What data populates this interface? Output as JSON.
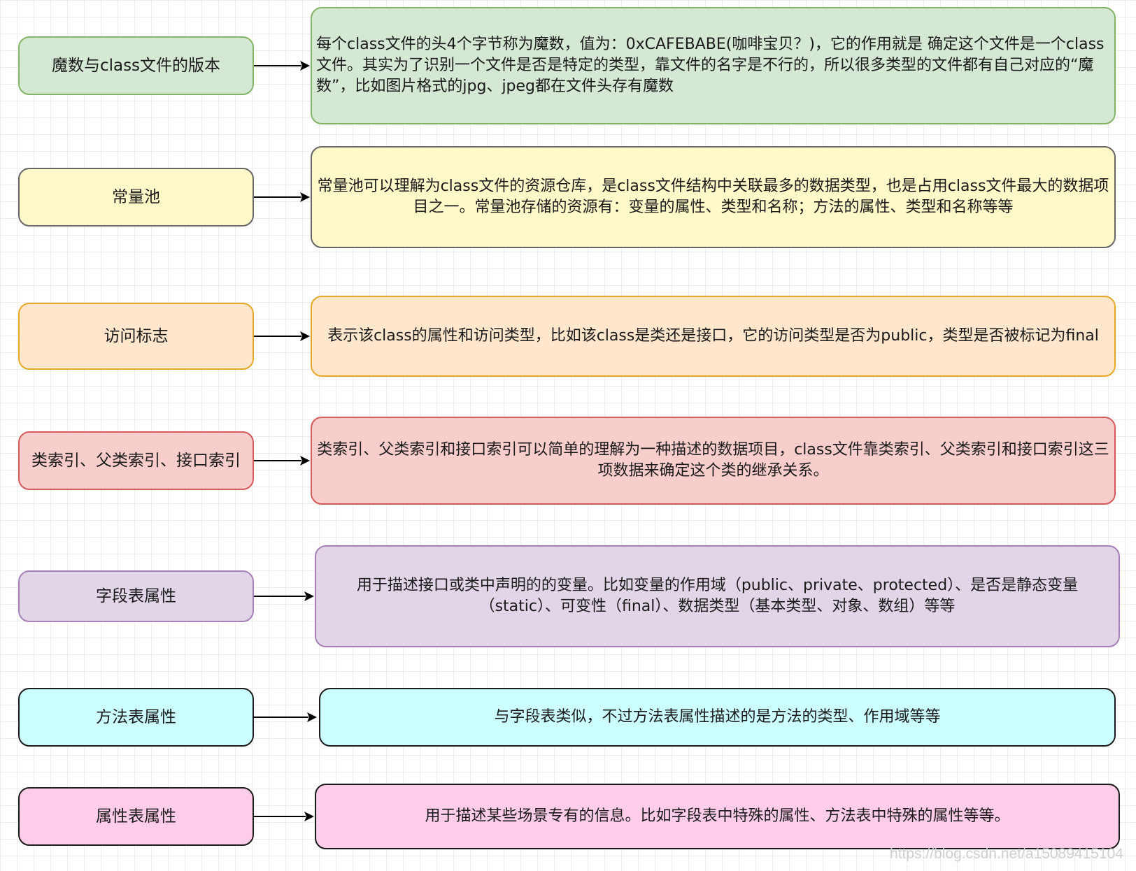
{
  "rows": [
    {
      "label": "魔数与class文件的版本",
      "desc": "每个class文件的头4个字节称为魔数，值为：0xCAFEBABE(咖啡宝贝？)，它的作用就是 确定这个文件是一个class文件。其实为了识别一个文件是否是特定的类型，靠文件的名字是不行的，所以很多类型的文件都有自己对应的“魔数”，比如图片格式的jpg、jpeg都在文件头存有魔数",
      "fill": "#d5e8d4",
      "stroke": "#82b366"
    },
    {
      "label": "常量池",
      "desc": "常量池可以理解为class文件的资源仓库，是class文件结构中关联最多的数据类型，也是占用class文件最大的数据项目之一。常量池存储的资源有：变量的属性、类型和名称；方法的属性、类型和名称等等",
      "fill": "#fff9c9",
      "stroke": "#666666"
    },
    {
      "label": "访问标志",
      "desc": "表示该class的属性和访问类型，比如该class是类还是接口，它的访问类型是否为public，类型是否被标记为final",
      "fill": "#ffe6cc",
      "stroke": "#e6a827"
    },
    {
      "label": "类索引、父类索引、接口索引",
      "desc": "类索引、父类索引和接口索引可以简单的理解为一种描述的数据项目，class文件靠类索引、父类索引和接口索引这三项数据来确定这个类的继承关系。",
      "fill": "#f8cecc",
      "stroke": "#d35a5a"
    },
    {
      "label": "字段表属性",
      "desc": "用于描述接口或类中声明的的变量。比如变量的作用域（public、private、protected）、是否是静态变量（static）、可变性（final）、数据类型（基本类型、对象、数组）等等",
      "fill": "#e1d5e7",
      "stroke": "#a680b8"
    },
    {
      "label": "方法表属性",
      "desc": "与字段表类似，不过方法表属性描述的是方法的类型、作用域等等",
      "fill": "#ccffff",
      "stroke": "#1a1a1a"
    },
    {
      "label": "属性表属性",
      "desc": "用于描述某些场景专有的信息。比如字段表中特殊的属性、方法表中特殊的属性等等。",
      "fill": "#ffccea",
      "stroke": "#1a1a1a"
    }
  ],
  "watermark": "https://blog.csdn.net/a15089415104"
}
